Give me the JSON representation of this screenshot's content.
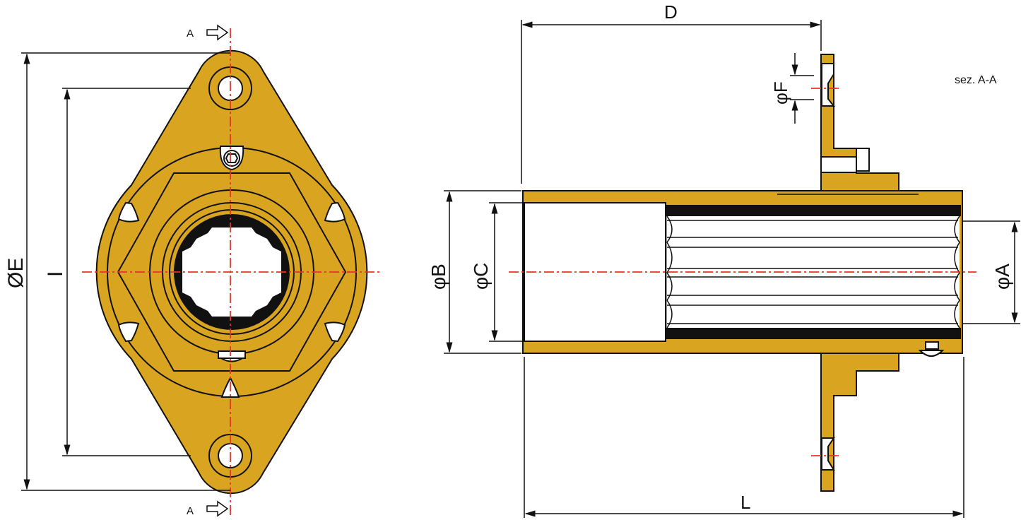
{
  "labels": {
    "section_top": "A",
    "section_bottom": "A",
    "dim_E": "ØE",
    "dim_I": "I",
    "dim_D": "D",
    "dim_L": "L",
    "dim_B": "φB",
    "dim_C": "φC",
    "dim_A": "φA",
    "dim_F": "φF",
    "section_caption": "sez. A-A"
  },
  "colors": {
    "body": "#D9A520",
    "axis": "#E8322A",
    "line": "#111111"
  }
}
